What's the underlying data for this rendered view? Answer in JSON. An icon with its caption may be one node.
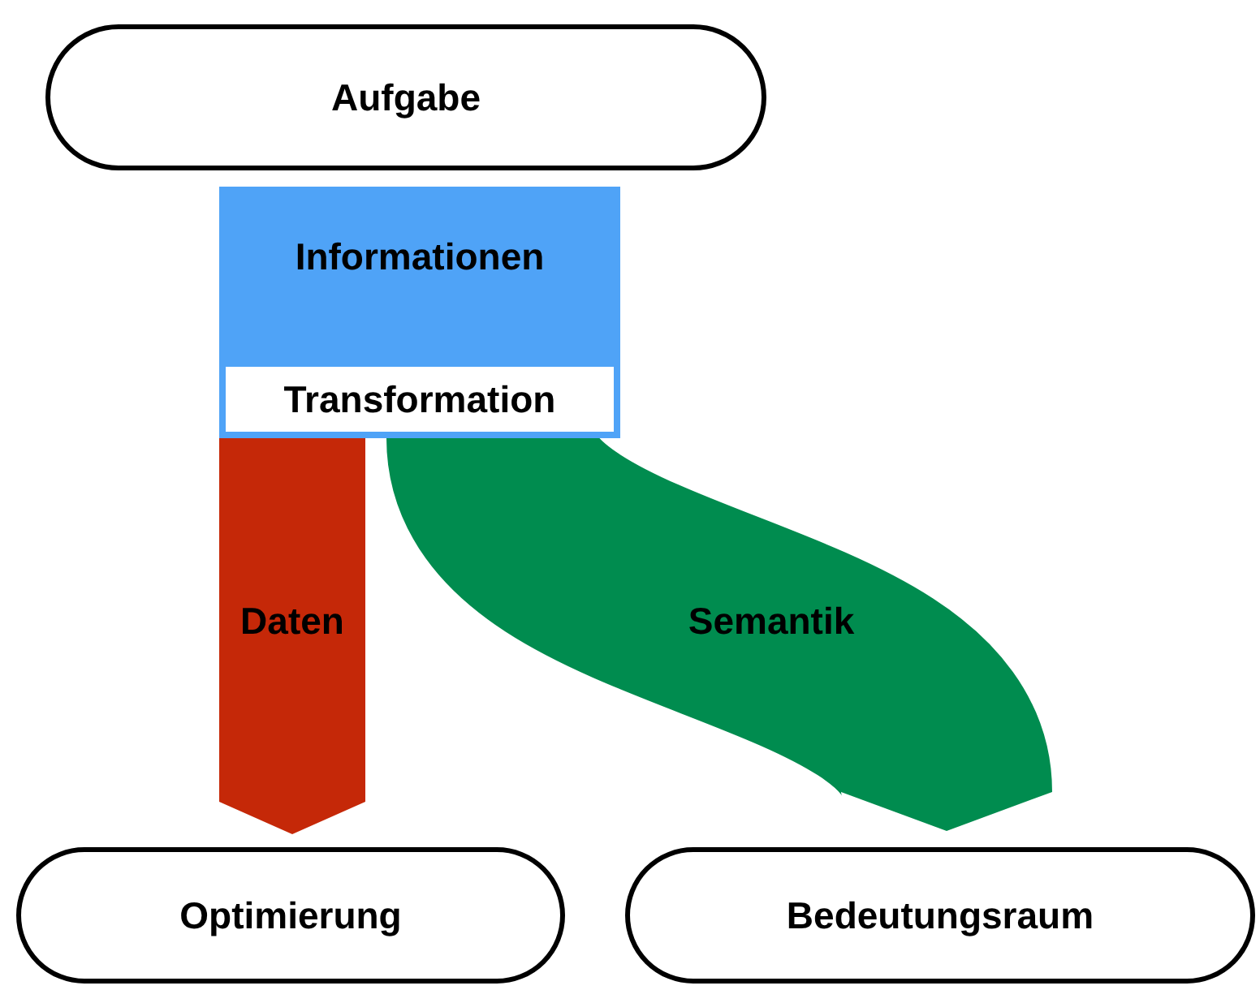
{
  "diagram": {
    "nodes": [
      {
        "text": [
          "Aufgabe"
        ]
      },
      {
        "text": [
          "Informationen"
        ]
      },
      {
        "text": [
          "Transformation"
        ],
        "in": 1
      },
      {
        "text": [
          "Optimierung"
        ]
      },
      {
        "text": [
          "Bedeutungsraum"
        ]
      }
    ],
    "edges": [
      {
        "from": 1,
        "to": 3,
        "arrow": "to",
        "label": "Daten",
        "color": "#c52808"
      },
      {
        "from": 1,
        "to": 4,
        "arrow": "to",
        "label": "Semantik",
        "color": "#008c4f"
      }
    ]
  }
}
